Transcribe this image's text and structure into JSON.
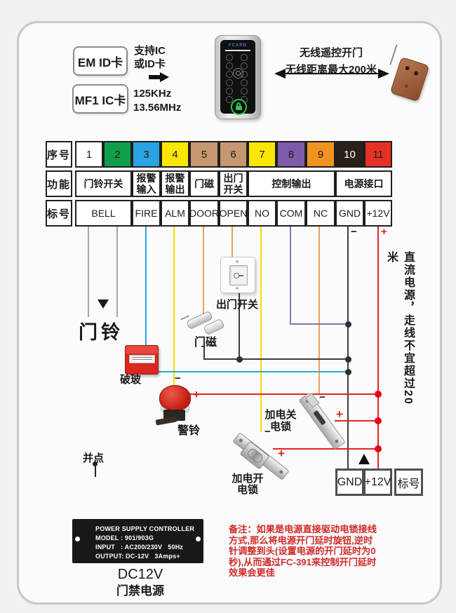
{
  "colors": {
    "frame_border": "#c8c8c8",
    "panel_bg": "#fbfbfb",
    "table_border": "#1f1f1f",
    "wire_gray": "#a6a6a6",
    "wire_blue": "#2aa4e0",
    "wire_yellow": "#f6dc00",
    "wire_orange": "#eca058",
    "wire_purple": "#8277bb",
    "wire_black": "#3c3c3c",
    "wire_red": "#e42320",
    "junction_black": "#2f2f2f",
    "junction_red": "#e30613",
    "note_red": "#cf2a28",
    "device_red": "#d8281f",
    "green_accent": "#2ec84e",
    "brand_blue": "#4a7fd4"
  },
  "top": {
    "cards": [
      "EM ID卡",
      "MF1 IC卡"
    ],
    "support": "支持IC\n或ID卡",
    "freq": "125KHz\n13.56MHz",
    "reader_brand": "FCARD",
    "wireless_line1": "无线遥控开门",
    "wireless_line2": "无线距离最大200米"
  },
  "table": {
    "col_headers": [
      "序号",
      "功能",
      "标号"
    ],
    "seq": [
      {
        "n": "1",
        "bg": "#ffffff"
      },
      {
        "n": "2",
        "bg": "#0f9f4b"
      },
      {
        "n": "3",
        "bg": "#2aa4e0"
      },
      {
        "n": "4",
        "bg": "#fbe604"
      },
      {
        "n": "5",
        "bg": "#c69770"
      },
      {
        "n": "6",
        "bg": "#c69770"
      },
      {
        "n": "7",
        "bg": "#fbe604"
      },
      {
        "n": "8",
        "bg": "#7e5ba8"
      },
      {
        "n": "9",
        "bg": "#f0941f"
      },
      {
        "n": "10",
        "bg": "#2b2019"
      },
      {
        "n": "11",
        "bg": "#e73127"
      }
    ],
    "func": [
      "门铃开关",
      "报警\n输入",
      "报警\n输出",
      "门磁",
      "出门\n开关",
      "控制输出",
      "电源接口"
    ],
    "tags": [
      "BELL",
      "FIRE",
      "ALM",
      "DOOR",
      "OPEN",
      "NO",
      "COM",
      "NC",
      "GND",
      "+12V"
    ]
  },
  "diagram": {
    "doorbell": "门铃",
    "break_glass": "破玻",
    "alarm_bell": "警铃",
    "exit_button": "出门开关",
    "door_contact": "门磁",
    "lock_fail_secure": "加电关\n电锁",
    "lock_fail_safe": "加电开\n电锁",
    "junction_legend": "并点",
    "dc_note": "直流电源，走线不宜超过20米",
    "plus": "+",
    "minus": "−"
  },
  "bottom": {
    "mini_table": [
      "GND",
      "+12V",
      "标号"
    ],
    "psu_label": "POWER SUPPLY CONTROLLER\nMODEL : 901/903G\nINPUT   : AC200/230V   50Hz\nOUTPUT: DC-12V   3Amps+",
    "psu_caption1": "DC12V",
    "psu_caption2": "门禁电源",
    "note": "备注：如果是电源直接驱动电锁接线\n方式,那么将电源开门延时旋钮,逆时\n针调整到头(设置电源的开门延时为0\n秒),从而通过FC-391来控制开门延时\n效果会更佳"
  }
}
